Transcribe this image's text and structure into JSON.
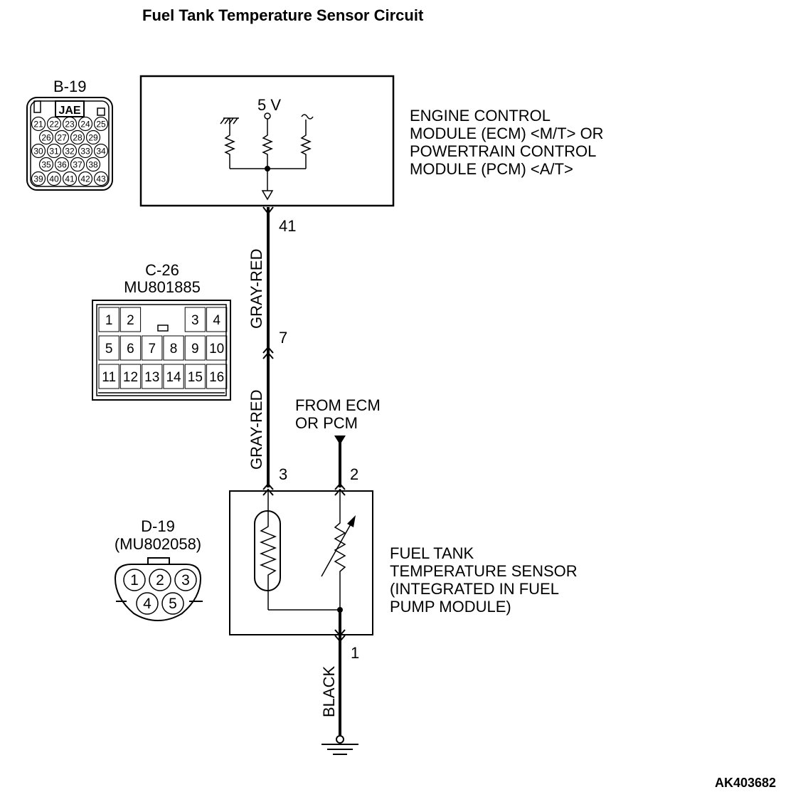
{
  "title": "Fuel Tank Temperature Sensor Circuit",
  "figure_id": "AK403682",
  "ecm": {
    "voltage": "5 V",
    "label_lines": [
      "ENGINE CONTROL",
      "MODULE (ECM) <M/T> OR",
      "POWERTRAIN CONTROL",
      "MODULE (PCM) <A/T>"
    ],
    "terminal": "41"
  },
  "connector_b19": {
    "name": "B-19",
    "tag": "JAE",
    "rows": [
      [
        "21",
        "22",
        "23",
        "24",
        "25"
      ],
      [
        "26",
        "27",
        "28",
        "29"
      ],
      [
        "30",
        "31",
        "32",
        "33",
        "34"
      ],
      [
        "35",
        "36",
        "37",
        "38"
      ],
      [
        "39",
        "40",
        "41",
        "42",
        "43"
      ]
    ]
  },
  "connector_c26": {
    "name": "C-26",
    "part": "MU801885",
    "rows": [
      [
        "1",
        "2",
        "",
        "",
        "3",
        "4"
      ],
      [
        "5",
        "6",
        "7",
        "8",
        "9",
        "10"
      ],
      [
        "11",
        "12",
        "13",
        "14",
        "15",
        "16"
      ]
    ]
  },
  "connector_d19": {
    "name": "D-19",
    "part": "(MU802058)",
    "top_pins": [
      "1",
      "2",
      "3"
    ],
    "bottom_pins": [
      "4",
      "5"
    ]
  },
  "wires": {
    "upper": {
      "color": "GRAY-RED",
      "terminal": "7"
    },
    "lower": {
      "color": "GRAY-RED",
      "terminal": "3"
    },
    "signal": {
      "terminal": "2",
      "source_lines": [
        "FROM ECM",
        "OR PCM"
      ]
    },
    "ground": {
      "color": "BLACK",
      "terminal": "1"
    }
  },
  "sensor": {
    "label_lines": [
      "FUEL TANK",
      "TEMPERATURE SENSOR",
      "(INTEGRATED IN FUEL",
      "PUMP MODULE)"
    ]
  }
}
